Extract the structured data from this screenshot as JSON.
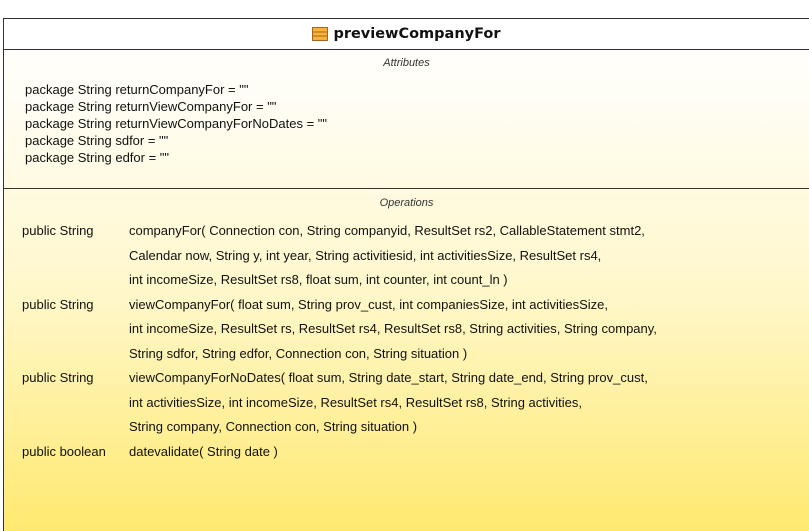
{
  "class": {
    "name": "previewCompanyFor",
    "icon": "class-icon",
    "attributes_title": "Attributes",
    "operations_title": "Operations",
    "attributes": [
      "package String returnCompanyFor = \"\"",
      "package String returnViewCompanyFor = \"\"",
      "package String returnViewCompanyForNoDates = \"\"",
      "package String sdfor = \"\"",
      "package String edfor = \"\""
    ],
    "operations": [
      {
        "signature": "public String",
        "lines": [
          "companyFor( Connection con, String companyid, ResultSet rs2, CallableStatement stmt2,",
          "Calendar now, String y, int year, String activitiesid, int activitiesSize, ResultSet rs4,",
          "int incomeSize, ResultSet rs8, float sum, int counter, int count_ln )"
        ]
      },
      {
        "signature": "public String",
        "lines": [
          "viewCompanyFor( float sum, String prov_cust, int companiesSize, int activitiesSize,",
          "int incomeSize, ResultSet rs, ResultSet rs4, ResultSet rs8, String activities, String company,",
          "String sdfor, String edfor, Connection con, String situation )"
        ]
      },
      {
        "signature": "public String",
        "lines": [
          "viewCompanyForNoDates( float sum, String date_start, String date_end, String prov_cust,",
          "int activitiesSize, int incomeSize, ResultSet rs4, ResultSet rs8, String activities,",
          "String company, Connection con, String situation )"
        ]
      },
      {
        "signature": "public boolean",
        "lines": [
          "datevalidate( String date )"
        ]
      }
    ]
  },
  "colors": {
    "border": "#333333",
    "gradient_top": "#ffffff",
    "gradient_bottom": "#ffe970",
    "icon_fill": "#f7b23b"
  }
}
